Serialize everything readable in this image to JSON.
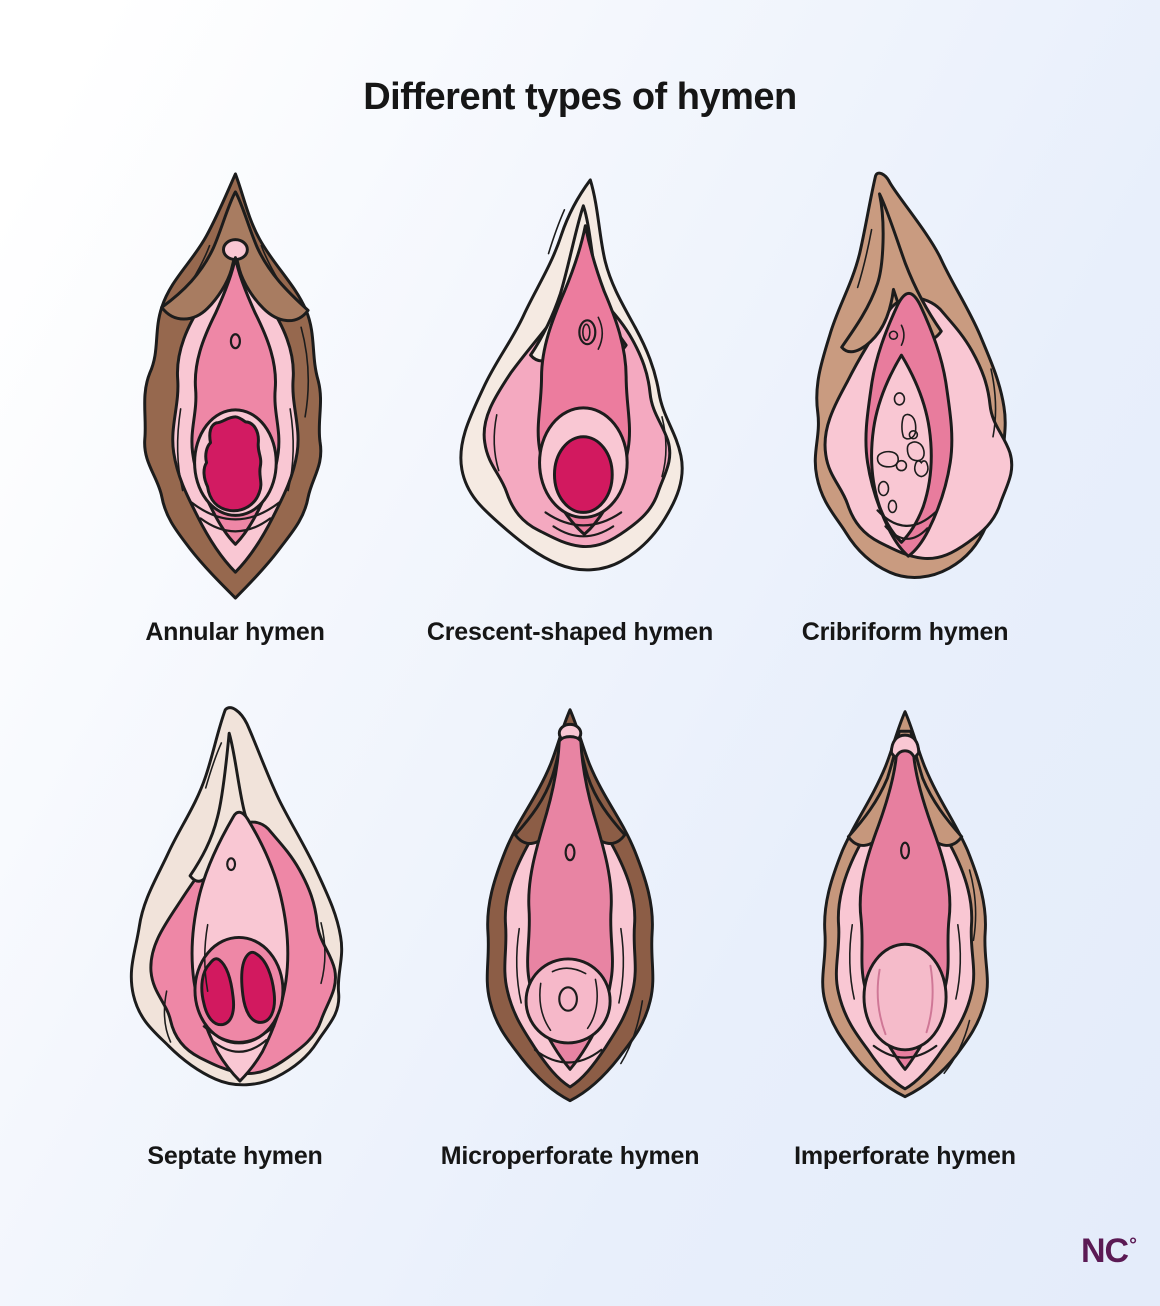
{
  "title": "Different types of hymen",
  "figures": [
    {
      "label": "Annular hymen",
      "colors": {
        "outer": "#96684e",
        "hood": "#a87c61",
        "inner": "#f9c7d3",
        "vestibule": "#ee87a6",
        "glans": "#f9c7d3",
        "ring": "#f9c7d3",
        "opening": "#d21b62",
        "urethra": "#56104a"
      }
    },
    {
      "label": "Crescent-shaped hymen",
      "colors": {
        "outer": "#f5eae2",
        "wavy": "#f4a9c0",
        "vestibule": "#ec7c9e",
        "ring": "#f9c7d3",
        "opening": "#d2195f",
        "urethra_slit": "#8e1150"
      }
    },
    {
      "label": "Cribriform hymen",
      "colors": {
        "outer": "#c99b80",
        "body": "#f9c7d3",
        "vestibule": "#e87c9d",
        "membrane": "#f9c7d3",
        "pores": "#d2195f"
      }
    },
    {
      "label": "Septate hymen",
      "colors": {
        "outer": "#f1e3da",
        "wavy": "#ee87a6",
        "inner": "#f9c7d3",
        "ring": "#ee87a6",
        "opening": "#d2195f",
        "urethra": "#56104a"
      }
    },
    {
      "label": "Microperforate hymen",
      "colors": {
        "outer": "#8c5d46",
        "inner": "#f9c7d3",
        "vestibule": "#e884a3",
        "membrane": "#f6b8c9",
        "opening": "#d2195f"
      }
    },
    {
      "label": "Imperforate hymen",
      "colors": {
        "outer": "#c6977c",
        "inner": "#f9c7d3",
        "vestibule": "#e77f9f",
        "membrane": "#f5bbca",
        "glans": "#f9c7d3",
        "urethra": "#d2195f"
      }
    }
  ],
  "logo": {
    "nc": "NC",
    "degree": "°",
    "color": "#5b1a54"
  },
  "palette": {
    "outline": "#1c1c1c",
    "background_top": "#ffffff",
    "background_bottom": "#e4ecfa",
    "text": "#161616"
  }
}
